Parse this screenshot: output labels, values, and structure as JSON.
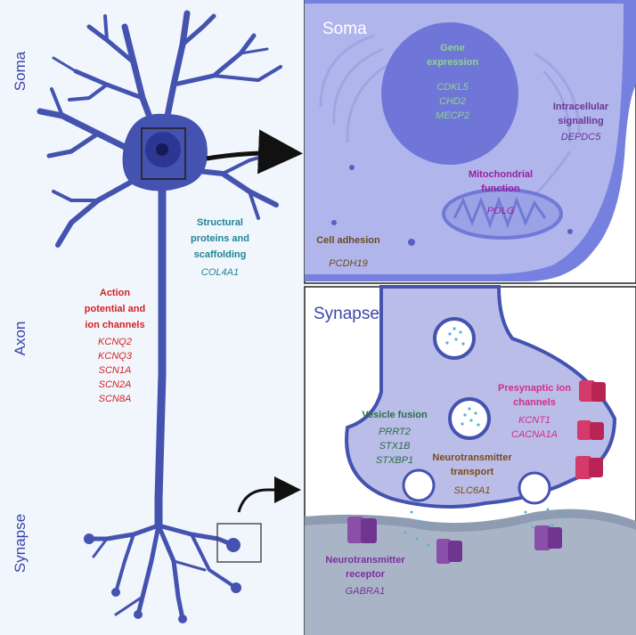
{
  "side_labels": {
    "soma": "Soma",
    "axon": "Axon",
    "synapse": "Synapse"
  },
  "neuron": {
    "structural": {
      "title": "Structural proteins and scaffolding",
      "genes": [
        "COL4A1"
      ]
    },
    "action": {
      "title": "Action potential and ion channels",
      "genes": [
        "KCNQ2",
        "KCNQ3",
        "SCN1A",
        "SCN2A",
        "SCN8A"
      ]
    }
  },
  "soma_panel": {
    "title": "Soma",
    "gene_expression": {
      "title": "Gene expression",
      "genes": [
        "CDKL5",
        "CHD2",
        "MECP2"
      ]
    },
    "intracellular": {
      "title": "Intracellular signalling",
      "genes": [
        "DEPDC5"
      ]
    },
    "mitochondrial": {
      "title": "Mitochondrial function",
      "genes": [
        "POLG"
      ]
    },
    "adhesion": {
      "title": "Cell adhesion",
      "genes": [
        "PCDH19"
      ]
    }
  },
  "synapse_panel": {
    "title": "Synapse",
    "presynaptic": {
      "title": "Presynaptic ion channels",
      "genes": [
        "KCNT1",
        "CACNA1A"
      ]
    },
    "vesicle": {
      "title": "Vesicle fusion",
      "genes": [
        "PRRT2",
        "STX1B",
        "STXBP1"
      ]
    },
    "transport": {
      "title": "Neurotransmitter transport",
      "genes": [
        "SLC6A1"
      ]
    },
    "receptor": {
      "title": "Neurotransmitter receptor",
      "genes": [
        "GABRA1"
      ]
    }
  },
  "colors": {
    "neuron": "#4452b0",
    "structural": "#1e8597",
    "action": "#d42222",
    "gene_expression": "#8fd190",
    "intracellular": "#6a3494",
    "mitochondrial": "#9b1fa0",
    "adhesion": "#6b4a20",
    "presynaptic": "#d42c8e",
    "vesicle": "#2b6e48",
    "transport": "#7b4a18",
    "receptor": "#7b2f9c"
  }
}
